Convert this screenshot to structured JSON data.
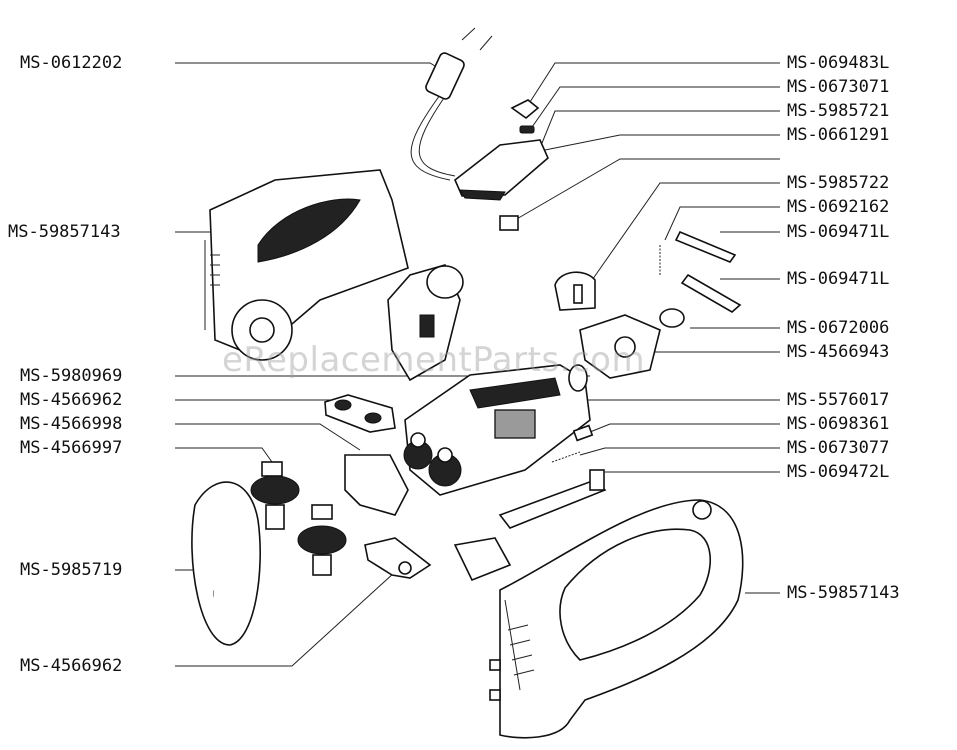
{
  "watermark": "eReplacementParts.com",
  "callouts_left": [
    {
      "label": "MS-0612202"
    },
    {
      "label": "MS-59857143"
    },
    {
      "label": "MS-5980969"
    },
    {
      "label": "MS-4566962"
    },
    {
      "label": "MS-4566998"
    },
    {
      "label": "MS-4566997"
    },
    {
      "label": "MS-5985719"
    },
    {
      "label": "MS-4566962"
    }
  ],
  "callouts_right": [
    {
      "label": "MS-069483L"
    },
    {
      "label": "MS-0673071"
    },
    {
      "label": "MS-5985721"
    },
    {
      "label": "MS-0661291"
    },
    {
      "label": "MS-5985722"
    },
    {
      "label": "MS-0692162"
    },
    {
      "label": "MS-069471L"
    },
    {
      "label": "MS-069471L"
    },
    {
      "label": "MS-0672006"
    },
    {
      "label": "MS-4566943"
    },
    {
      "label": "MS-5576017"
    },
    {
      "label": "MS-0698361"
    },
    {
      "label": "MS-0673077"
    },
    {
      "label": "MS-069472L"
    },
    {
      "label": "MS-59857143"
    }
  ]
}
